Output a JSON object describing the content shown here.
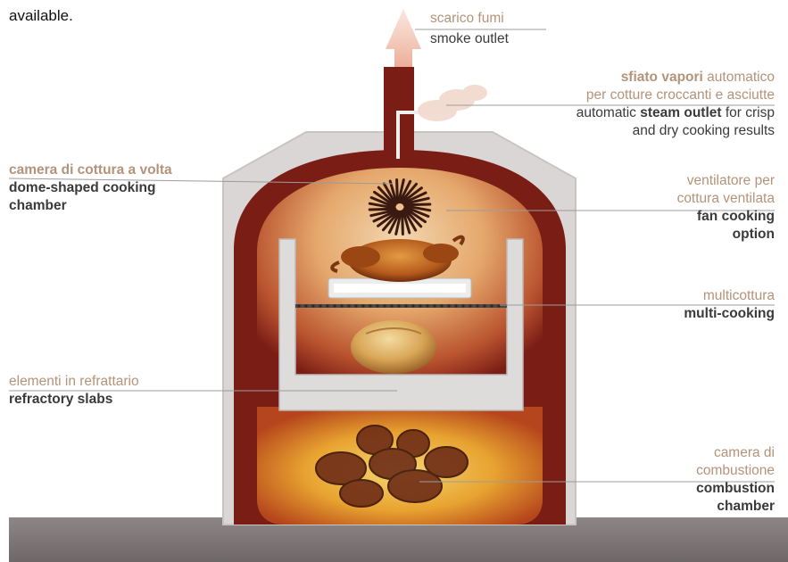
{
  "intro_text": "available.",
  "labels": {
    "smoke": {
      "it": "scarico fumi",
      "en": "smoke outlet"
    },
    "steam": {
      "it_bold": "sfiato vapori",
      "it_rest": " automatico",
      "it_line2": "per cotture croccanti e asciutte",
      "en_pre": "automatic ",
      "en_bold": "steam outlet",
      "en_post": " for crisp",
      "en_line2": "and dry cooking results"
    },
    "dome": {
      "it": "camera di cottura a volta",
      "en_line1": "dome-shaped cooking",
      "en_line2": "chamber"
    },
    "fan": {
      "it_line1": "ventilatore per",
      "it_line2": "cottura ventilata",
      "en_line1": "fan cooking",
      "en_line2": "option"
    },
    "multi": {
      "it": "multicottura",
      "en": "multi-cooking"
    },
    "refractory": {
      "it": "elementi in refrattario",
      "en": "refractory slabs"
    },
    "combustion": {
      "it_line1": "camera di",
      "it_line2": "combustione",
      "en_line1": "combustion",
      "en_line2": "chamber"
    }
  },
  "colors": {
    "refractory_shell": "#d9d6d5",
    "brick_red": "#7a1d15",
    "smoke_plume": "#e9a48c",
    "fire_glow": "#e8a330",
    "floor": "#7f7878",
    "leader_line": "#9c9c9c"
  },
  "icons": [
    "smoke-arrow-icon",
    "steam-cloud-icon",
    "fan-icon",
    "roast-chicken-icon",
    "bread-loaf-icon",
    "firewood-icon"
  ]
}
